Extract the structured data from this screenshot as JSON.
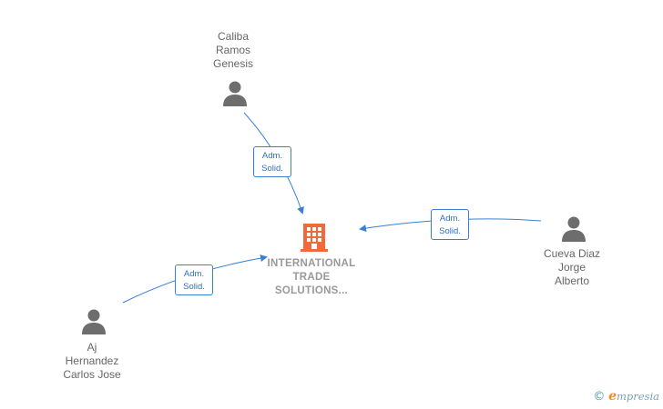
{
  "colors": {
    "edge": "#3a7fd5",
    "person_icon": "#6d6d6d",
    "company_icon": "#f06a3a",
    "label_text": "#666666",
    "company_text": "#999999"
  },
  "company": {
    "name_lines": [
      "INTERNATIONAL",
      "TRADE",
      "SOLUTIONS..."
    ],
    "icon": "building-icon"
  },
  "people": [
    {
      "id": "caliba",
      "name_lines": [
        "Caliba",
        "Ramos",
        "Genesis"
      ],
      "icon": "person-icon"
    },
    {
      "id": "cueva",
      "name_lines": [
        "Cueva Diaz",
        "Jorge",
        "Alberto"
      ],
      "icon": "person-icon"
    },
    {
      "id": "aj",
      "name_lines": [
        "Aj",
        "Hernandez",
        "Carlos Jose"
      ],
      "icon": "person-icon"
    }
  ],
  "relations": [
    {
      "from": "caliba",
      "label_lines": [
        "Adm.",
        "Solid."
      ]
    },
    {
      "from": "cueva",
      "label_lines": [
        "Adm.",
        "Solid."
      ]
    },
    {
      "from": "aj",
      "label_lines": [
        "Adm.",
        "Solid."
      ]
    }
  ],
  "brand": {
    "copyright_symbol": "©",
    "initial": "e",
    "rest": "mpresia"
  }
}
